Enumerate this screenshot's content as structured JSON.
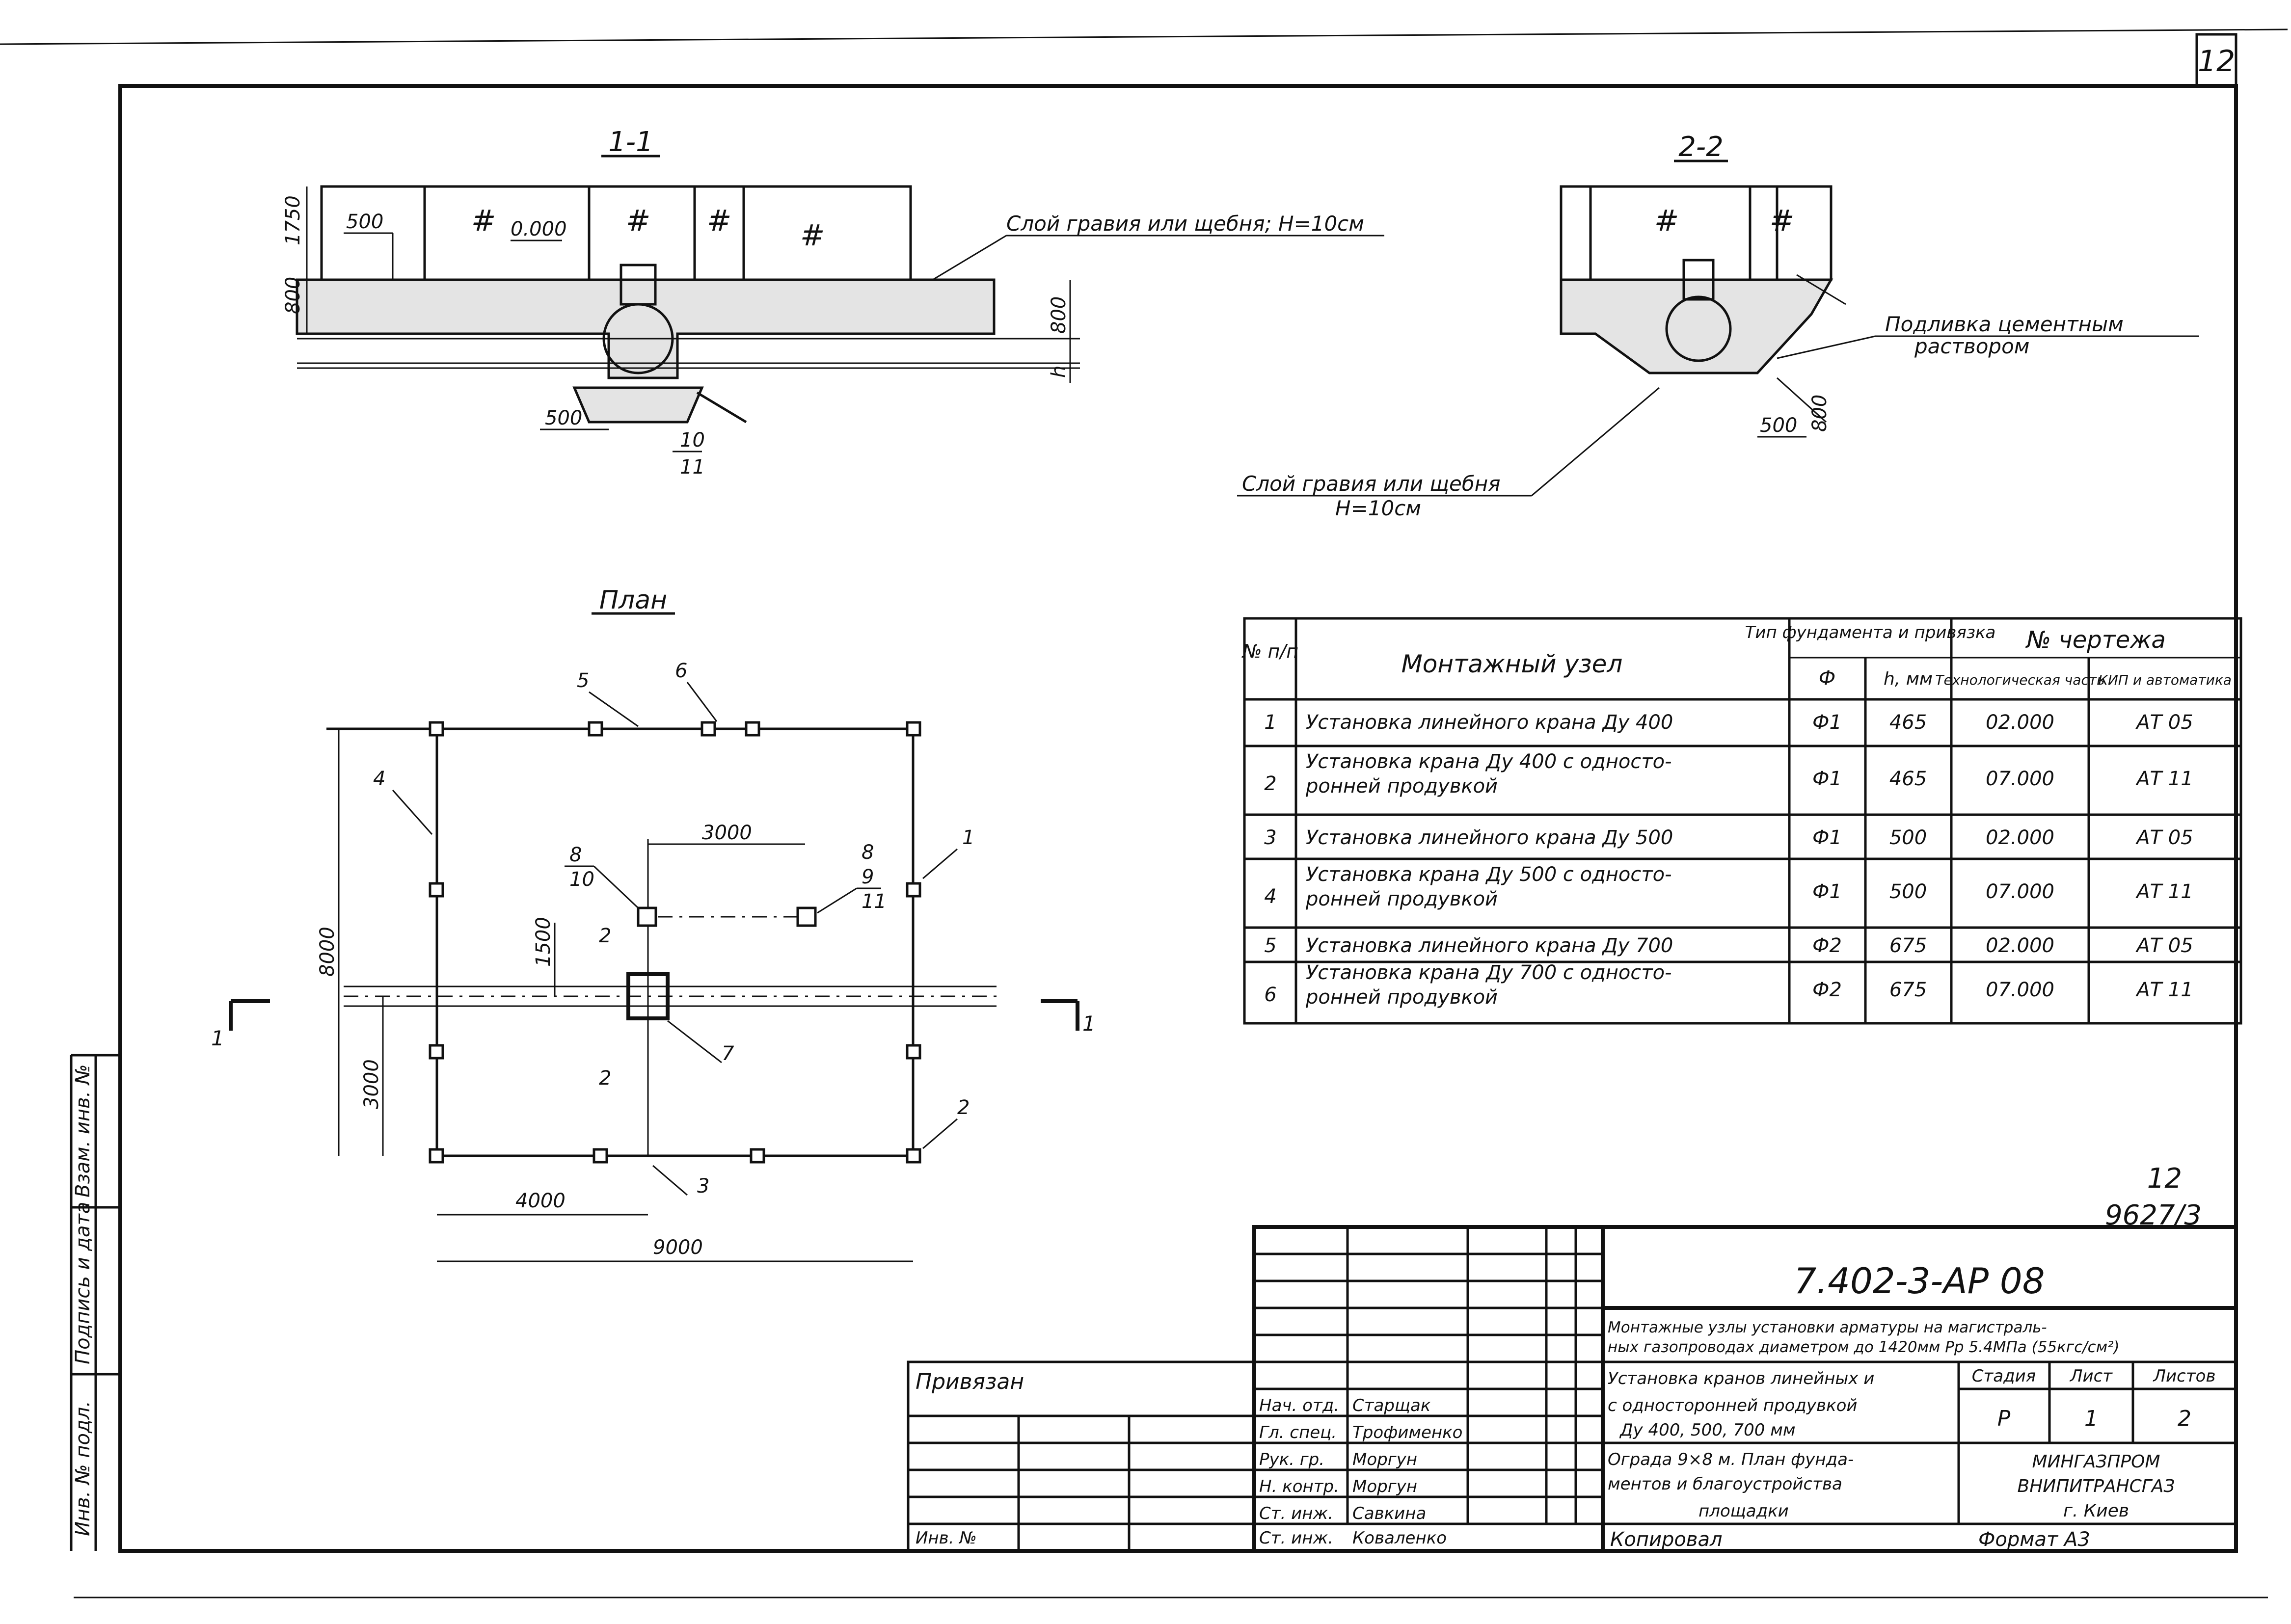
{
  "sheet_number": "12",
  "section_1": {
    "title": "1-1",
    "dim_height": "1750",
    "dim_depth": "800",
    "dim_offset": "500",
    "level": "0.000",
    "callout_layer": "Слой гравия или щебня; Н=10см",
    "dim_right": "800",
    "dim_h": "h",
    "dim_bottom": "500",
    "ref_10": "10",
    "ref_11": "11"
  },
  "section_2": {
    "title": "2-2",
    "callout_grout_1": "Подливка цементным",
    "callout_grout_2": "раствором",
    "dim_bottom": "500",
    "dim_right": "800",
    "callout_layer_1": "Слой гравия или щебня",
    "callout_layer_2": "Н=10см"
  },
  "plan": {
    "title": "План",
    "dim_side": "8000",
    "dim_3000_h": "3000",
    "dim_1500": "1500",
    "dim_3000_v": "3000",
    "dim_4000": "4000",
    "dim_9000": "9000",
    "cut_1": "1",
    "cut_2": "2",
    "refs": {
      "r1": "1",
      "r2": "2",
      "r3": "3",
      "r4": "4",
      "r5": "5",
      "r6": "6",
      "r7": "7",
      "r8a": "8",
      "r10": "10",
      "r8b": "8",
      "r9": "9",
      "r11": "11"
    }
  },
  "spec_table": {
    "headers": {
      "num": "№ п/п",
      "node": "Монтажный узел",
      "foundation": "Тип фундамента и привязка",
      "f": "Ф",
      "h": "h, мм",
      "drawing": "№ чертежа",
      "tech": "Технологическая часть",
      "kip": "КИП и автоматика"
    },
    "rows": [
      {
        "n": "1",
        "name": "Установка линейного крана Ду 400",
        "name2": "",
        "f": "Ф1",
        "h": "465",
        "tech": "02.000",
        "kip": "АТ 05"
      },
      {
        "n": "2",
        "name": "Установка крана Ду 400 с односто-",
        "name2": "ронней продувкой",
        "f": "Ф1",
        "h": "465",
        "tech": "07.000",
        "kip": "АТ 11"
      },
      {
        "n": "3",
        "name": "Установка линейного крана Ду 500",
        "name2": "",
        "f": "Ф1",
        "h": "500",
        "tech": "02.000",
        "kip": "АТ 05"
      },
      {
        "n": "4",
        "name": "Установка крана Ду 500 с односто-",
        "name2": "ронней продувкой",
        "f": "Ф1",
        "h": "500",
        "tech": "07.000",
        "kip": "АТ 11"
      },
      {
        "n": "5",
        "name": "Установка линейного крана Ду 700",
        "name2": "",
        "f": "Ф2",
        "h": "675",
        "tech": "02.000",
        "kip": "АТ 05"
      },
      {
        "n": "6",
        "name": "Установка крана Ду 700 с односто-",
        "name2": "ронней продувкой",
        "f": "Ф2",
        "h": "675",
        "tech": "07.000",
        "kip": "АТ 11"
      }
    ]
  },
  "stamp": {
    "sheet_ref": "12",
    "series": "9627/3",
    "code": "7.402-3-АР 08",
    "title_1": "Монтажные узлы установки арматуры на магистраль-",
    "title_2": "ных газопроводах диаметром до 1420мм Рр 5.4МПа (55кгс/см²)",
    "subtitle_1": "Установка кранов линейных и",
    "subtitle_2": "с односторонней продувкой",
    "subtitle_3": "Ду 400, 500, 700 мм",
    "sheet_title_1": "Ограда 9×8 м. План фунда-",
    "sheet_title_2": "ментов и благоустройства",
    "sheet_title_3": "площадки",
    "stage_label": "Стадия",
    "sheet_label": "Лист",
    "sheets_label": "Листов",
    "stage": "Р",
    "sheet": "1",
    "sheets": "2",
    "org_1": "МИНГАЗПРОМ",
    "org_2": "ВНИПИТРАНСГАЗ",
    "org_3": "г. Киев",
    "linked": "Привязан",
    "inv": "Инв. №",
    "copied": "Копировал",
    "format": "Формат А3",
    "signers": [
      {
        "role": "Нач. отд.",
        "name": "Старщак"
      },
      {
        "role": "Гл. спец.",
        "name": "Трофименко"
      },
      {
        "role": "Рук. гр.",
        "name": "Моргун"
      },
      {
        "role": "Н. контр.",
        "name": "Моргун"
      },
      {
        "role": "Ст. инж.",
        "name": "Савкина"
      },
      {
        "role": "Ст. инж.",
        "name": "Коваленко"
      }
    ]
  },
  "left_margin": {
    "inv_orig": "Инв. № подл.",
    "sign_date": "Подпись и дата",
    "inv_repl": "Взам. инв. №"
  }
}
